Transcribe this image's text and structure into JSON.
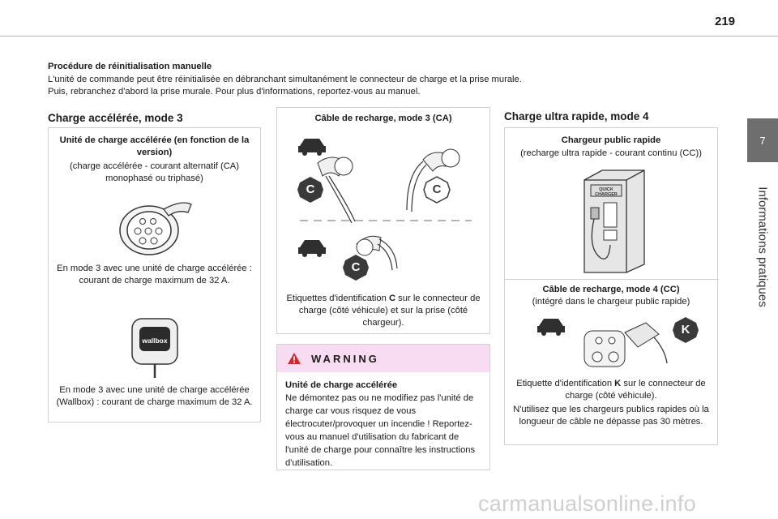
{
  "page": {
    "number": "219"
  },
  "side_tab": {
    "number": "7",
    "title": "Informations pratiques"
  },
  "intro": {
    "heading": "Procédure de réinitialisation manuelle",
    "line1": "L'unité de commande peut être réinitialisée en débranchant simultanément le connecteur de charge et la prise murale.",
    "line2": "Puis, rebranchez d'abord la prise murale. Pour plus d'informations, reportez-vous au manuel."
  },
  "mode3": {
    "title": "Charge accélérée, mode 3",
    "unit_title": "Unité de charge accélérée (en fonction de la version)",
    "unit_subtitle": "(charge accélérée - courant alternatif (CA) monophasé ou triphasé)",
    "caption1": "En mode 3 avec une unité de charge accélérée : courant de charge maximum de 32 A.",
    "wallbox_logo": "wallbox",
    "caption2": "En mode 3 avec une unité de charge accélérée (Wallbox) : courant de charge maximum de 32 A."
  },
  "cable3": {
    "title": "Câble de recharge, mode 3 (CA)",
    "badge_c": "C",
    "caption_a": "Etiquettes d'identification ",
    "caption_letter": "C",
    "caption_b": " sur le connecteur de charge (côté véhicule) et sur la prise (côté chargeur)."
  },
  "warning": {
    "title": "WARNING",
    "heading": "Unité de charge accélérée",
    "body": "Ne démontez pas ou ne modifiez pas l'unité de charge car vous risquez de vous électrocuter/provoquer un incendie ! Reportez-vous au manuel d'utilisation du fabricant de l'unité de charge pour connaître les instructions d'utilisation."
  },
  "mode4": {
    "title": "Charge ultra rapide, mode 4",
    "charger_title": "Chargeur public rapide",
    "charger_subtitle": "(recharge ultra rapide - courant continu (CC))",
    "charger_label": "QUICK CHARGER",
    "cable_title": "Câble de recharge, mode 4 (CC)",
    "cable_subtitle": "(intégré dans le chargeur public rapide)",
    "badge_k": "K",
    "caption_a": "Etiquette d'identification ",
    "caption_letter": "K",
    "caption_b": " sur le connecteur de charge (côté véhicule).",
    "caption_2": "N'utilisez que les chargeurs publics rapides où la longueur de câble ne dépasse pas 30 mètres."
  },
  "watermark": {
    "text": "carmanualsonline.info"
  },
  "colors": {
    "badge": "#3a3a3a",
    "warning_band": "#f7dcf2",
    "tab": "#6e6e6e",
    "border": "#d0d0d0"
  }
}
